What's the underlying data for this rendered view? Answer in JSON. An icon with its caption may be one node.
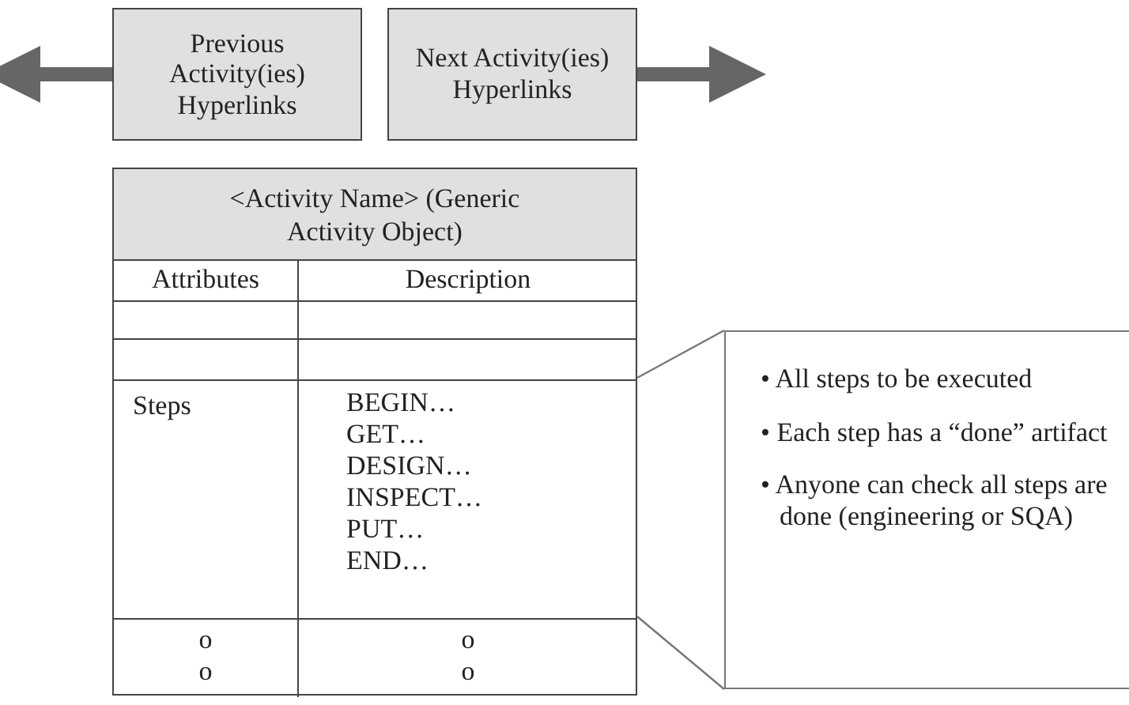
{
  "diagram": {
    "nodes": [
      {
        "text": [
          "Previous Activity(ies) Hyperlinks"
        ]
      },
      {
        "text": [
          "Next Activity(ies) Hyperlinks"
        ]
      },
      {
        "text": [
          "<Activity Name> (Generic Activity Object)"
        ]
      },
      {
        "text": [
          "• All steps to be executed",
          "• Each step has a “done” artifact",
          "• Anyone can check all steps are done (engineering or SQA)"
        ]
      }
    ],
    "edges": [
      {
        "from": 0,
        "to": null,
        "arrow": "to",
        "style": "thick"
      },
      {
        "from": 1,
        "to": null,
        "arrow": "to",
        "style": "thick"
      },
      {
        "from": 3,
        "to": 2,
        "arrow": "none"
      },
      {
        "from": 3,
        "to": 2,
        "arrow": "none"
      }
    ],
    "labels": [
      "Attributes",
      "Description",
      "Steps",
      "BEGIN…",
      "GET…",
      "DESIGN…",
      "INSPECT…",
      "PUT…",
      "END…",
      "o",
      "o",
      "o",
      "o"
    ]
  }
}
